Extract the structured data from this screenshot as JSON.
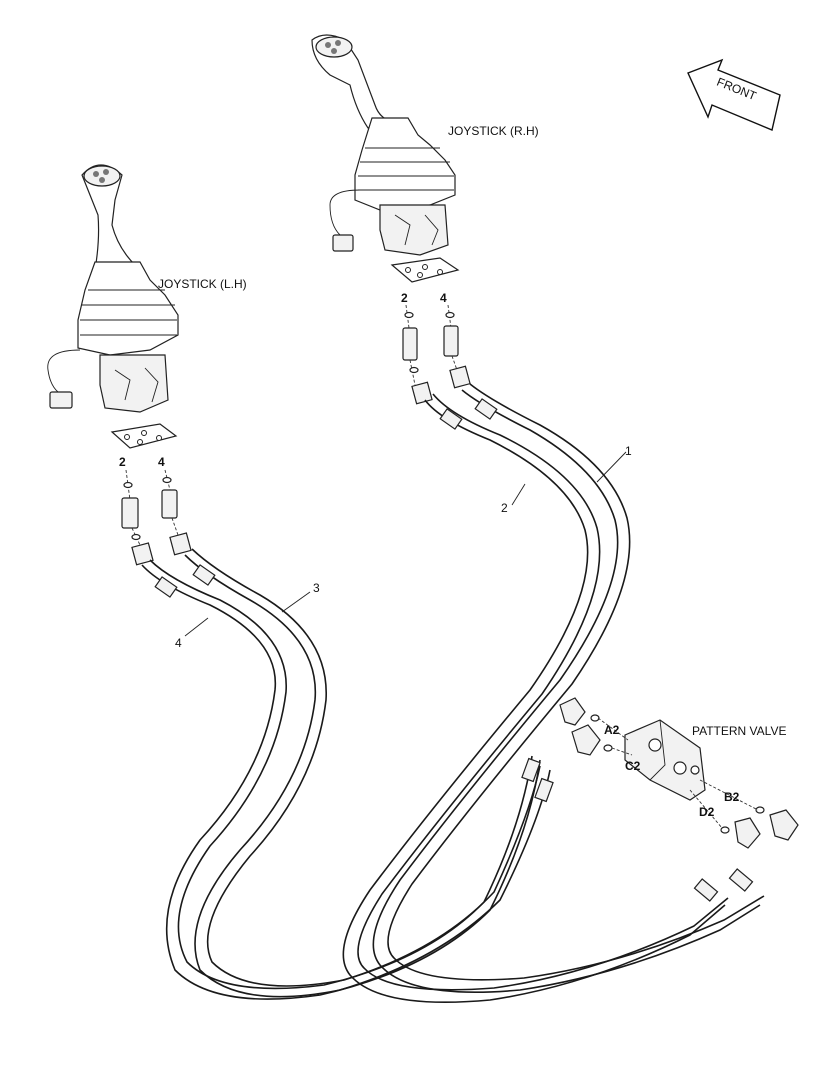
{
  "labels": {
    "joystick_rh": "JOYSTICK (R.H)",
    "joystick_lh": "JOYSTICK (L.H)",
    "pattern_valve": "PATTERN VALVE",
    "front": "FRONT"
  },
  "hose_numbers": {
    "hose_1": "1",
    "hose_2": "2",
    "hose_3": "3",
    "hose_4": "4"
  },
  "joystick_ports": {
    "rh_port_left": "2",
    "rh_port_right": "4",
    "lh_port_left": "2",
    "lh_port_right": "4"
  },
  "valve_ports": {
    "a2": "A2",
    "c2": "C2",
    "b2": "B2",
    "d2": "D2"
  }
}
